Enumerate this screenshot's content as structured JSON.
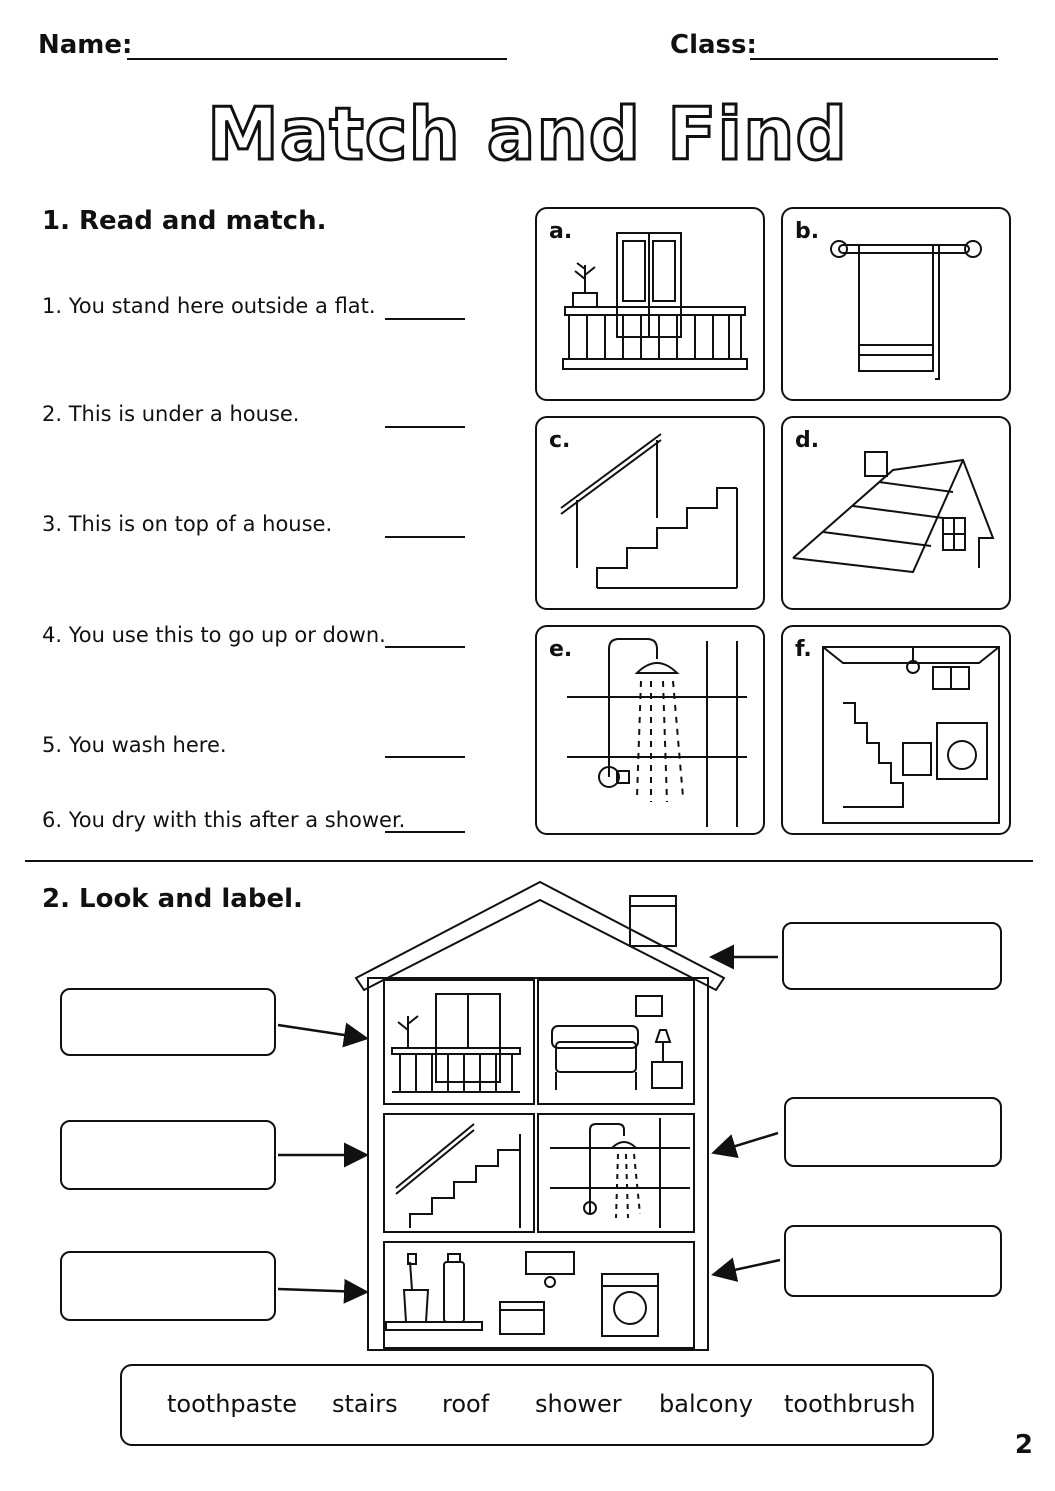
{
  "header": {
    "name_label": "Name:",
    "class_label": "Class:"
  },
  "title": "Match and Find",
  "section1": {
    "title": "1. Read and match.",
    "questions": [
      "1. You stand here outside a flat.",
      "2. This is under a house.",
      "3. This is on top of a house.",
      "4. You use this to go up or down.",
      "5. You wash here.",
      "6. You dry with this after a shower."
    ],
    "pictures": [
      {
        "letter": "a.",
        "icon": "balcony-picture"
      },
      {
        "letter": "b.",
        "icon": "towel-picture"
      },
      {
        "letter": "c.",
        "icon": "stairs-picture"
      },
      {
        "letter": "d.",
        "icon": "roof-picture"
      },
      {
        "letter": "e.",
        "icon": "shower-picture"
      },
      {
        "letter": "f.",
        "icon": "basement-picture"
      }
    ]
  },
  "section2": {
    "title": "2. Look and label.",
    "word_bank": [
      "toothpaste",
      "stairs",
      "roof",
      "shower",
      "balcony",
      "toothbrush"
    ]
  },
  "page_number": "2"
}
